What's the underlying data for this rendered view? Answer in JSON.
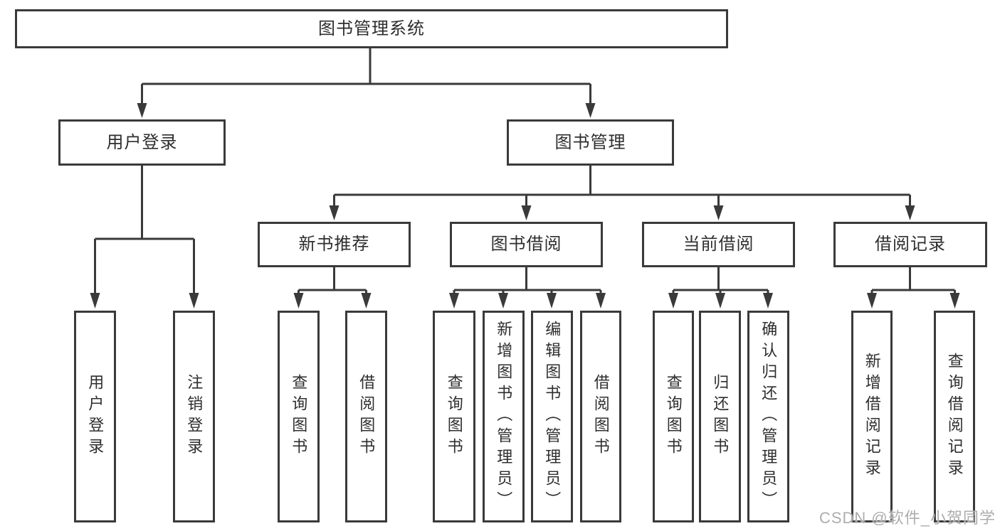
{
  "tree": {
    "root": {
      "label": "图书管理系统"
    },
    "branches": [
      {
        "label": "用户登录",
        "children": [
          {
            "label": "用户登录"
          },
          {
            "label": "注销登录"
          }
        ]
      },
      {
        "label": "图书管理",
        "children": [
          {
            "label": "新书推荐",
            "children": [
              {
                "label": "查询图书"
              },
              {
                "label": "借阅图书"
              }
            ]
          },
          {
            "label": "图书借阅",
            "children": [
              {
                "label": "查询图书"
              },
              {
                "label": "新增图书（管理员）"
              },
              {
                "label": "编辑图书（管理员）"
              },
              {
                "label": "借阅图书"
              }
            ]
          },
          {
            "label": "当前借阅",
            "children": [
              {
                "label": "查询图书"
              },
              {
                "label": "归还图书"
              },
              {
                "label": "确认归还（管理员）"
              }
            ]
          },
          {
            "label": "借阅记录",
            "children": [
              {
                "label": "新增借阅记录"
              },
              {
                "label": "查询借阅记录"
              }
            ]
          }
        ]
      }
    ]
  },
  "watermark": {
    "text": "CSDN @软件_小贺同学"
  },
  "colors": {
    "line": "#3a3a3a",
    "text": "#2e2e2e",
    "background": "#ffffff",
    "watermark": "#adadad"
  }
}
